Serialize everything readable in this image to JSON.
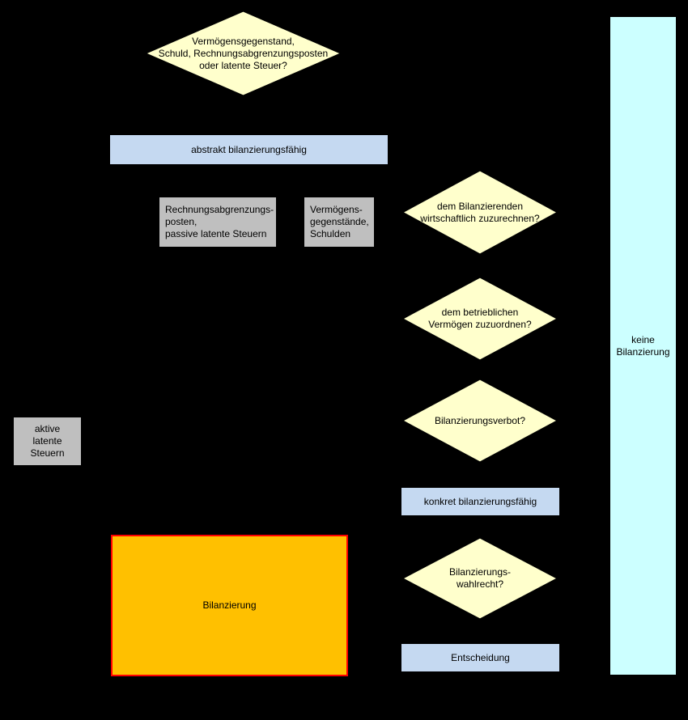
{
  "diagram": {
    "colors": {
      "background": "#000000",
      "decision_fill": "#ffffcc",
      "process_fill": "#c5d9f1",
      "gray_fill": "#bfbfbf",
      "result_fill": "#ffc000",
      "result_border": "#ff0000",
      "no_recognition_fill": "#ccffff",
      "text": "#000000"
    },
    "nodes": {
      "start_decision": "Vermögensgegenstand,\nSchuld, Rechnungsabgrenzungsposten\noder latente Steuer?",
      "abstract_box": "abstrakt bilanzierungsfähig",
      "rap_box": "Rechnungsabgrenzungs-\nposten,\npassive latente Steuern",
      "assets_box": "Vermögens-\ngegenstände,\nSchulden",
      "attribution_decision": "dem Bilanzierenden\nwirtschaftlich zuzurechnen?",
      "business_decision": "dem betrieblichen\nVermögen zuzuordnen?",
      "prohibition_decision": "Bilanzierungsverbot?",
      "concrete_box": "konkret bilanzierungsfähig",
      "option_decision": "Bilanzierungs-\nwahlrecht?",
      "decision_box": "Entscheidung",
      "deferred_tax_box": "aktive\nlatente\nSteuern",
      "recognition_box": "Bilanzierung",
      "no_recognition_box": "keine\nBilanzierung"
    }
  }
}
